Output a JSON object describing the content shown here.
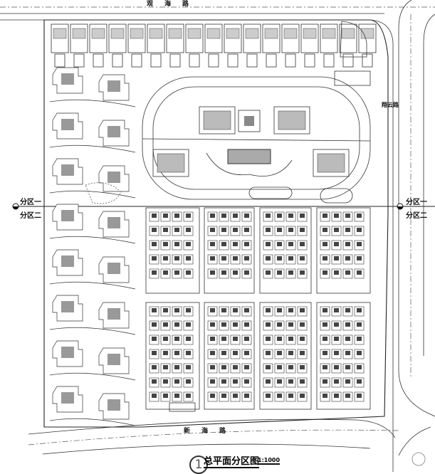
{
  "roads": {
    "north": "观海路",
    "south": "新海路",
    "east": "翔云路"
  },
  "zones": {
    "zone1": "分区一",
    "zone2": "分区二"
  },
  "title": {
    "number": "1",
    "text": "总平面分区图",
    "scale": "1:1000"
  }
}
